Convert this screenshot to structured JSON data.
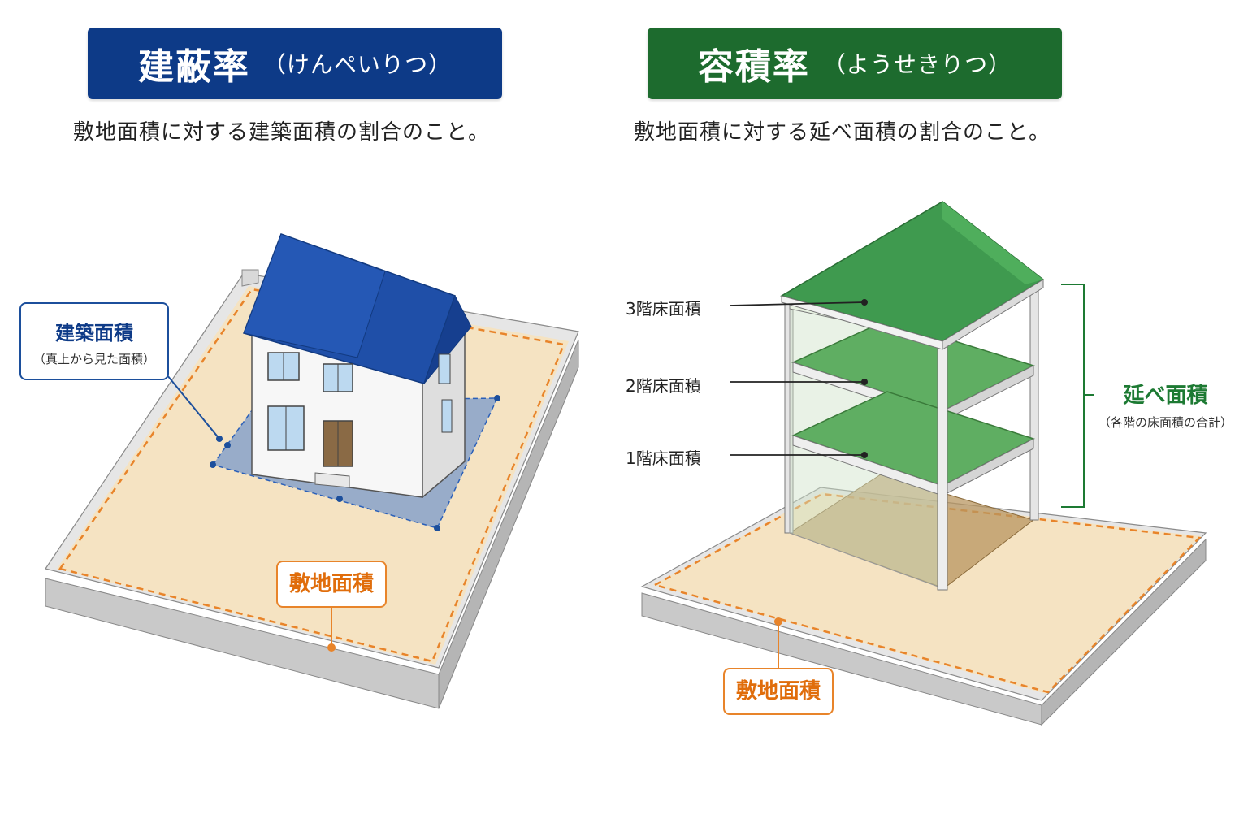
{
  "left": {
    "title": "建蔽率",
    "reading": "（けんぺいりつ）",
    "description": "敷地面積に対する建築面積の割合のこと。",
    "building_area_label": "建築面積",
    "building_area_note": "（真上から見た面積）",
    "site_area_label": "敷地面積",
    "colors": {
      "header": "#0d3a87",
      "roof": "#1f4fa8",
      "footprint": "#4a7fd0"
    }
  },
  "right": {
    "title": "容積率",
    "reading": "（ようせきりつ）",
    "description": "敷地面積に対する延べ面積の割合のこと。",
    "floors": [
      "3階床面積",
      "2階床面積",
      "1階床面積"
    ],
    "total_floor_area_label": "延べ面積",
    "total_floor_area_note": "（各階の床面積の合計）",
    "site_area_label": "敷地面積",
    "colors": {
      "header": "#1d6b2e",
      "roof": "#3f9a4f",
      "floor": "#5fae62"
    }
  },
  "colors": {
    "site": "#f5e3c2",
    "site_outline": "#e8842a",
    "curb": "#d6d6d6"
  }
}
